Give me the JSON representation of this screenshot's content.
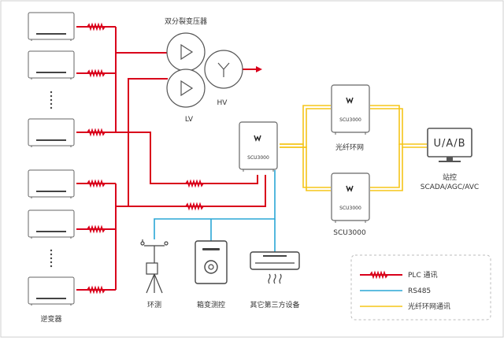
{
  "transformer": {
    "title": "双分裂变压器",
    "lv_label": "LV",
    "hv_label": "HV"
  },
  "inverters": {
    "label": "逆变器"
  },
  "scu": {
    "main_label": "SCU3000",
    "upper_label": "SCU3000",
    "lower_label": "SCU3000",
    "lower_caption": "SCU3000",
    "ring_label": "光纤环网"
  },
  "station": {
    "screen_text": "U/A/B",
    "label_line1": "站控",
    "label_line2": "SCADA/AGC/AVC"
  },
  "devices": {
    "weather": "环测",
    "box_monitor": "箱变测控",
    "third_party": "其它第三方设备"
  },
  "legend": [
    {
      "label": "PLC 通讯",
      "color": "#d9001b",
      "style": "plc"
    },
    {
      "label": "RS485",
      "color": "#2aa7d6",
      "style": "line"
    },
    {
      "label": "光纤环网通讯",
      "color": "#f5c518",
      "style": "line"
    }
  ],
  "colors": {
    "plc": "#d9001b",
    "rs485": "#2aa7d6",
    "fiber": "#f5c518",
    "device": "#555555"
  }
}
